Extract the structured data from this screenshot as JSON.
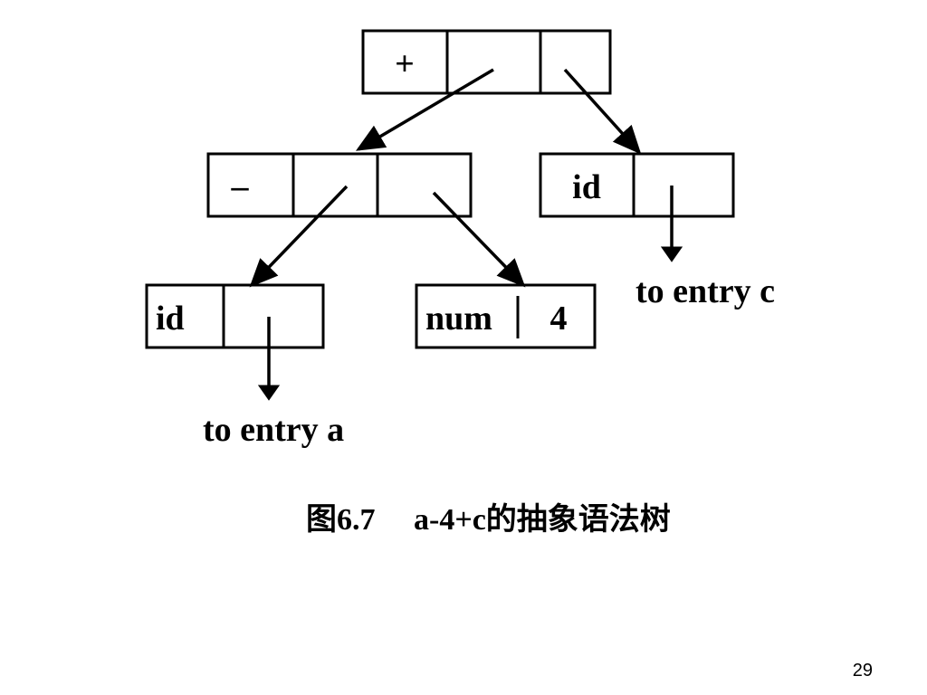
{
  "diagram": {
    "nodes": {
      "plus": {
        "op": "+"
      },
      "minus": {
        "op": "–"
      },
      "id_c": {
        "label": "id"
      },
      "id_a": {
        "label": "id"
      },
      "num": {
        "label": "num",
        "value": "4"
      }
    },
    "pointers": {
      "entry_c": "to entry  c",
      "entry_a": "to entry a"
    }
  },
  "caption": "图6.7     a-4+c的抽象语法树",
  "page_number": "29"
}
